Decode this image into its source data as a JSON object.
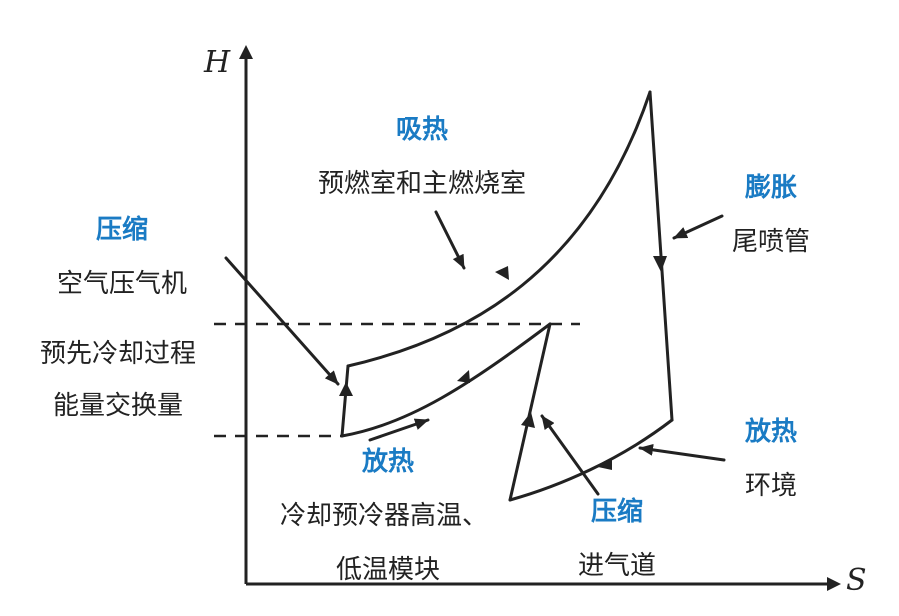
{
  "axes": {
    "y_label": "H",
    "x_label": "S"
  },
  "stages": {
    "heat_absorption": {
      "title": "吸热",
      "desc": "预燃室和主燃烧室"
    },
    "expansion": {
      "title": "膨胀",
      "desc": "尾喷管"
    },
    "compression_air": {
      "title": "压缩",
      "desc": "空气压气机"
    },
    "precooling": {
      "line1": "预先冷却过程",
      "line2": "能量交换量"
    },
    "heat_rejection_env": {
      "title": "放热",
      "desc": "环境"
    },
    "heat_rejection_precooler": {
      "title": "放热",
      "desc_line1": "冷却预冷器高温、",
      "desc_line2": "低温模块"
    },
    "compression_intake": {
      "title": "压缩",
      "desc": "进气道"
    }
  },
  "colors": {
    "accent": "#1a7bc4",
    "ink": "#222222"
  }
}
